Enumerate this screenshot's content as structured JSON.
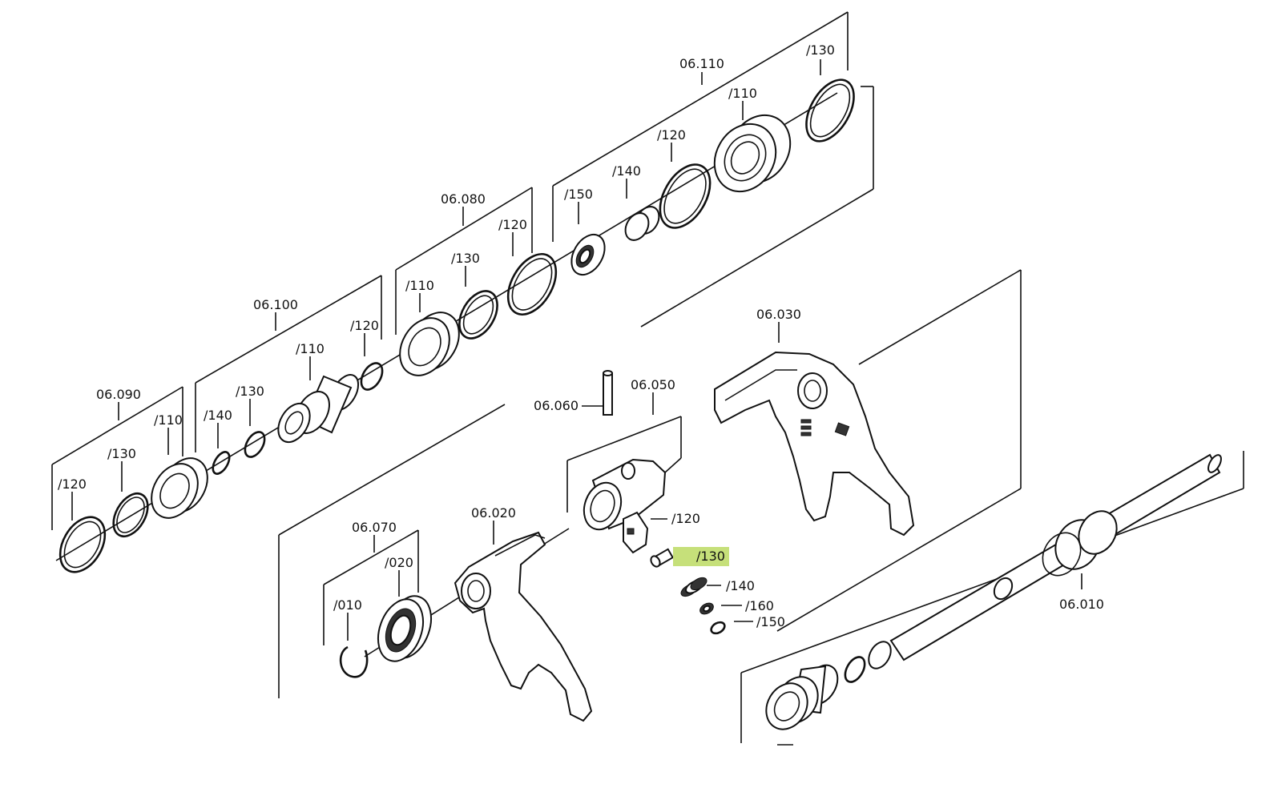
{
  "highlight_color": "#c6e07a",
  "labels": {
    "g06110": "06.110",
    "g06110_130": "/130",
    "g06110_110": "/110",
    "g06110_120": "/120",
    "g06110_140": "/140",
    "g06110_150": "/150",
    "g06080": "06.080",
    "g06080_120": "/120",
    "g06080_130": "/130",
    "g06080_110": "/110",
    "g06100": "06.100",
    "g06100_120": "/120",
    "g06100_110": "/110",
    "g06100_130": "/130",
    "g06100_140": "/140",
    "g06090": "06.090",
    "g06090_110": "/110",
    "g06090_130": "/130",
    "g06090_120": "/120",
    "g06030": "06.030",
    "g06050": "06.050",
    "g06050_120": "/120",
    "g06050_130": "/130",
    "g06050_140": "/140",
    "g06050_160": "/160",
    "g06050_150": "/150",
    "g06060": "06.060",
    "g06020": "06.020",
    "g06070": "06.070",
    "g06070_020": "/020",
    "g06070_010": "/010",
    "g06010": "06.010"
  }
}
